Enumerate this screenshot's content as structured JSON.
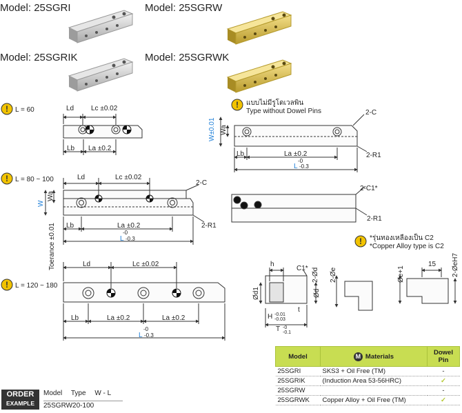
{
  "models": [
    {
      "label": "Model: 25SGRI"
    },
    {
      "label": "Model: 25SGRW"
    },
    {
      "label": "Model: 25SGRIK"
    },
    {
      "label": "Model: 25SGRWK"
    }
  ],
  "notes": {
    "l60": "L = 60",
    "l80": "L = 80 ~ 100",
    "l120": "L = 120 ~ 180",
    "thai_type": "แบบไม่มีรูโดเวลพิน",
    "type_without": "Type without Dowel Pins",
    "thai_copper": "*รุ่นทองเหลืองเป็น C2",
    "copper": "*Copper Alloy type is C2"
  },
  "dims": {
    "ld": "Ld",
    "lc": "Lc ±0.02",
    "lb": "Lb",
    "la": "La ±0.2",
    "wa": "Wa",
    "w": "W",
    "w_tol": "W±0.01",
    "l": "L",
    "l_tol_top": "-0",
    "l_tol_bot": "-0.3",
    "c2": "2-C",
    "r1": "2-R1",
    "c1star": "2-C1*",
    "tolerance": "Toerance ±0.01",
    "h": "h",
    "c1s": "C1*",
    "d2": "2-Ød",
    "d1": "Ød1",
    "d": "Ød",
    "H": "H",
    "H_tol": "-0.01",
    "H_tol2": "-0.03",
    "t": "t",
    "T": "T",
    "T_tol": "-0",
    "T_tol2": "-0.1",
    "e1": "Øe+1",
    "e": "2-Øe",
    "n15": "15",
    "eh7": "2-ØeH7"
  },
  "table": {
    "headers": [
      "Model",
      "Materials",
      "Dowel Pin"
    ],
    "material_icon": "M",
    "rows": [
      {
        "model": "25SGRI",
        "material": "SKS3 + Oil Free (TM)",
        "dowel": "-"
      },
      {
        "model": "25SGRIK",
        "material": "(Induction Area 53-56HRC)",
        "dowel": "✓"
      },
      {
        "model": "25SGRW",
        "material": "",
        "dowel": "-"
      },
      {
        "model": "25SGRWK",
        "material": "Copper Alloy + Oil Free (TM)",
        "dowel": "✓"
      }
    ]
  },
  "order": {
    "title": "ORDER",
    "subtitle": "EXAMPLE",
    "fields": [
      "Model",
      "Type",
      "W - L"
    ],
    "example": "25SGRW20-100"
  },
  "colors": {
    "accent": "#c8dd52",
    "warning": "#f2c300",
    "blue": "#1e7fd8",
    "brass": "#d4b94a",
    "steel": "#c9c9c9"
  }
}
